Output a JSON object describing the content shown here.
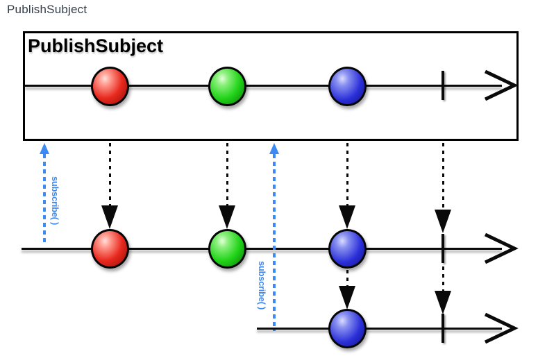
{
  "page": {
    "title": "PublishSubject"
  },
  "colors": {
    "marble_red": "#e8281e",
    "marble_green": "#22d41a",
    "marble_blue": "#2a2ed8",
    "subscribe_blue": "#3d8af2",
    "line": "#000000"
  },
  "diagram": {
    "source_box_label": "PublishSubject",
    "source_timeline": {
      "events": [
        "red",
        "green",
        "blue"
      ],
      "terminal": "complete"
    },
    "subscriber1": {
      "subscribe_label": "subscribe( )",
      "events": [
        "red",
        "green",
        "blue"
      ],
      "terminal": "complete"
    },
    "subscriber2": {
      "subscribe_label": "subscribe( )",
      "events": [
        "blue"
      ],
      "terminal": "complete"
    }
  }
}
